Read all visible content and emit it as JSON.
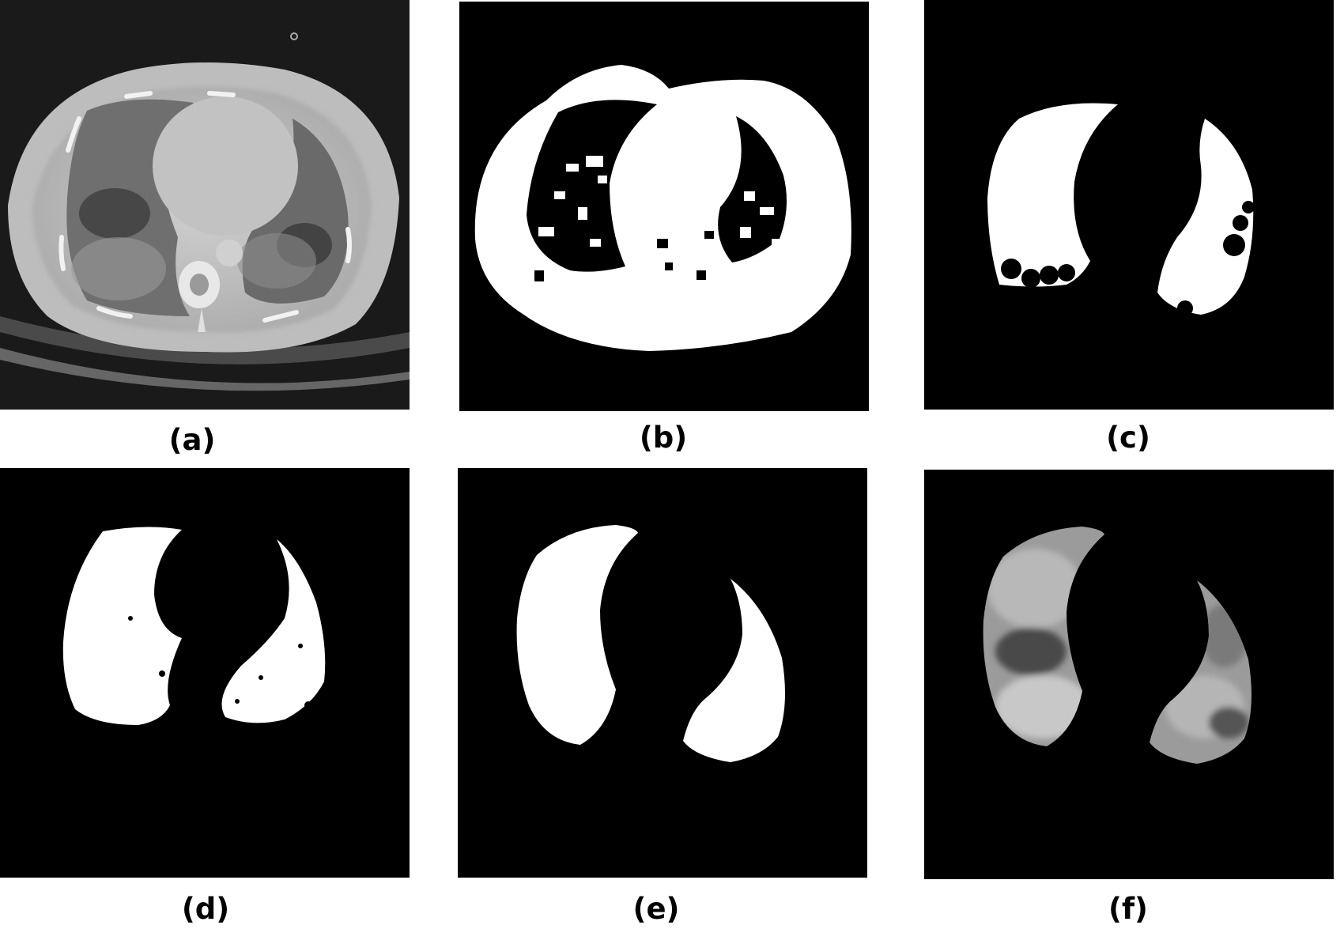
{
  "figure": {
    "panels": [
      {
        "id": "a",
        "caption": "(a)"
      },
      {
        "id": "b",
        "caption": "(b)"
      },
      {
        "id": "c",
        "caption": "(c)"
      },
      {
        "id": "d",
        "caption": "(d)"
      },
      {
        "id": "e",
        "caption": "(e)"
      },
      {
        "id": "f",
        "caption": "(f)"
      }
    ]
  },
  "colors": {
    "background": "#000000",
    "mask": "#ffffff",
    "page": "#ffffff"
  }
}
